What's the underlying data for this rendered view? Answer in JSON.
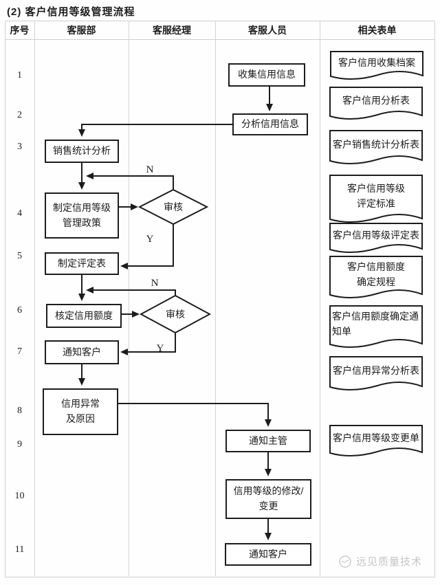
{
  "title": "(2) 客户信用等级管理流程",
  "table": {
    "columns": [
      "序号",
      "客服部",
      "客服经理",
      "客服人员",
      "相关表单"
    ]
  },
  "rows": [
    "1",
    "2",
    "3",
    "4",
    "5",
    "6",
    "7",
    "8",
    "9",
    "10",
    "11"
  ],
  "flow": {
    "collect": "收集信用信息",
    "analyze": "分析信用信息",
    "sales_stats": "销售统计分析",
    "policy": "制定信用等级\n管理政策",
    "review1": "审核",
    "make_rating_form": "制定评定表",
    "set_credit_limit": "核定信用额度",
    "review2": "审核",
    "notify_customer_1": "通知客户",
    "credit_abnormal": "信用异常\n及原因",
    "notify_supervisor": "通知主管",
    "modify_rating": "信用等级的修改/\n变更",
    "notify_customer_2": "通知客户",
    "labels": {
      "n1": "N",
      "y1": "Y",
      "n2": "N",
      "y2": "Y"
    }
  },
  "documents": [
    "客户信用收集档案",
    "客户信用分析表",
    "客户销售统计分析表",
    "客户信用等级\n评定标准",
    "客户信用等级评定表",
    "客户信用额度\n确定规程",
    "客户信用额度确定通\n知单",
    "客户信用异常分析表",
    "客户信用等级变更单"
  ],
  "watermark": "远见质量技术",
  "colors": {
    "flow_line": "#1c1c1c",
    "grid_line": "#cfcfcf",
    "watermark_text": "#c5c5c5"
  }
}
